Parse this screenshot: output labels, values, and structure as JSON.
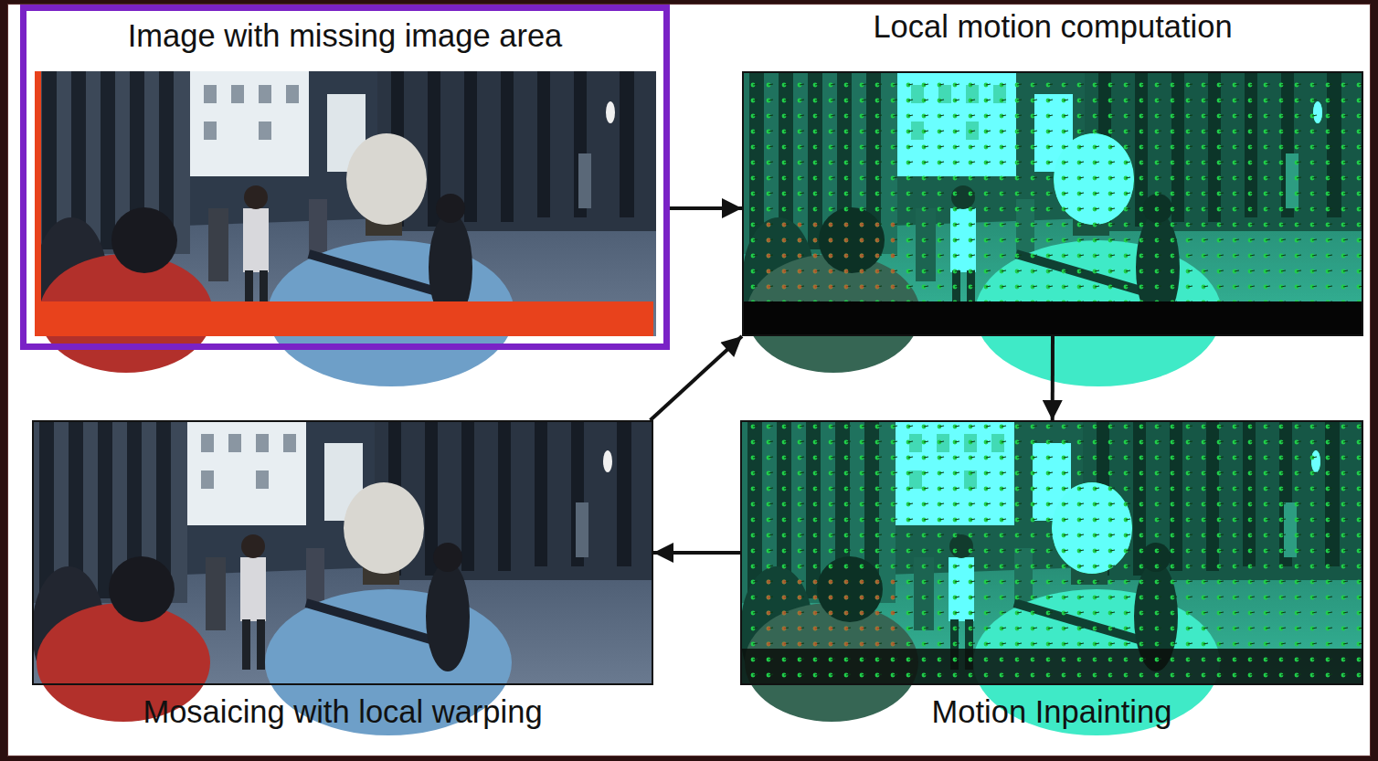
{
  "diagram": {
    "nodes": [
      {
        "text": [
          "Image with missing image area"
        ]
      },
      {
        "text": [
          "Local motion computation"
        ]
      },
      {
        "text": [
          "Mosaicing with local warping"
        ]
      },
      {
        "text": [
          "Motion Inpainting"
        ]
      }
    ],
    "edges": [
      {
        "from": 0,
        "to": 1,
        "arrow": "to"
      },
      {
        "from": 1,
        "to": 3,
        "arrow": "to"
      },
      {
        "from": 3,
        "to": 2,
        "arrow": "to"
      },
      {
        "from": 2,
        "to": 1,
        "arrow": "to"
      }
    ]
  }
}
